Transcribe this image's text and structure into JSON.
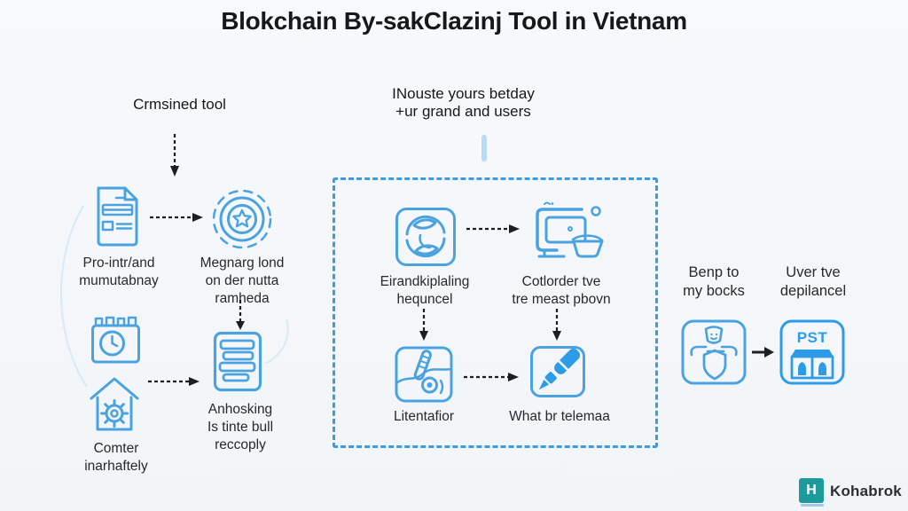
{
  "title": "Blokchain By-sakClazinj Tool in Vietnam",
  "colors": {
    "background_top": "#f7f9fb",
    "background_bottom": "#f2f5f8",
    "icon_blue": "#4aa3e0",
    "icon_blue_fill": "#2d9ce8",
    "box_border_blue": "#3d9ce0",
    "arrow_black": "#1c1e22",
    "text_dark": "#26292d",
    "title_dark": "#16181c",
    "logo_teal": "#1d9a9c",
    "connector_light_blue": "#b8dcf4",
    "decor_line_blue": "#d9e9f6"
  },
  "left": {
    "heading": "Crmsined tool",
    "document_label": "Pro-intr/and\nmumutabnay",
    "badge_label": "Megnarg lond\non der nutta\nramheda",
    "notes_label": "Anhosking\nIs tinte bull\nreccoply",
    "house_label": "Comter\ninarhaftely"
  },
  "middle": {
    "heading": "INouste yours betday\n+ur grand and users",
    "swirl_label": "Eirandkiplaling\nhequncel",
    "monitor_label": "Cotlorder tve\ntre meast pbovn",
    "thermometer_label": "Litentafior",
    "pen_label": "What br telemaa"
  },
  "right": {
    "label_keep": "Benp to\nmy bocks",
    "label_user": "Uver tve\ndepilancel",
    "pst_text": "PST"
  },
  "footer": {
    "brand": "Kohabrok",
    "logo_letter": "H"
  },
  "icons": {
    "left": [
      "document-icon",
      "certificate-badge-icon",
      "calendar-clock-icon",
      "house-gear-icon",
      "stacked-notes-icon"
    ],
    "middle": [
      "recycle-swirl-icon",
      "monitor-basket-icon",
      "thermometer-icon",
      "marker-pen-icon"
    ],
    "right": [
      "person-shield-icon",
      "pst-container-icon"
    ],
    "footer": [
      "kohabrok-logo-icon"
    ]
  }
}
